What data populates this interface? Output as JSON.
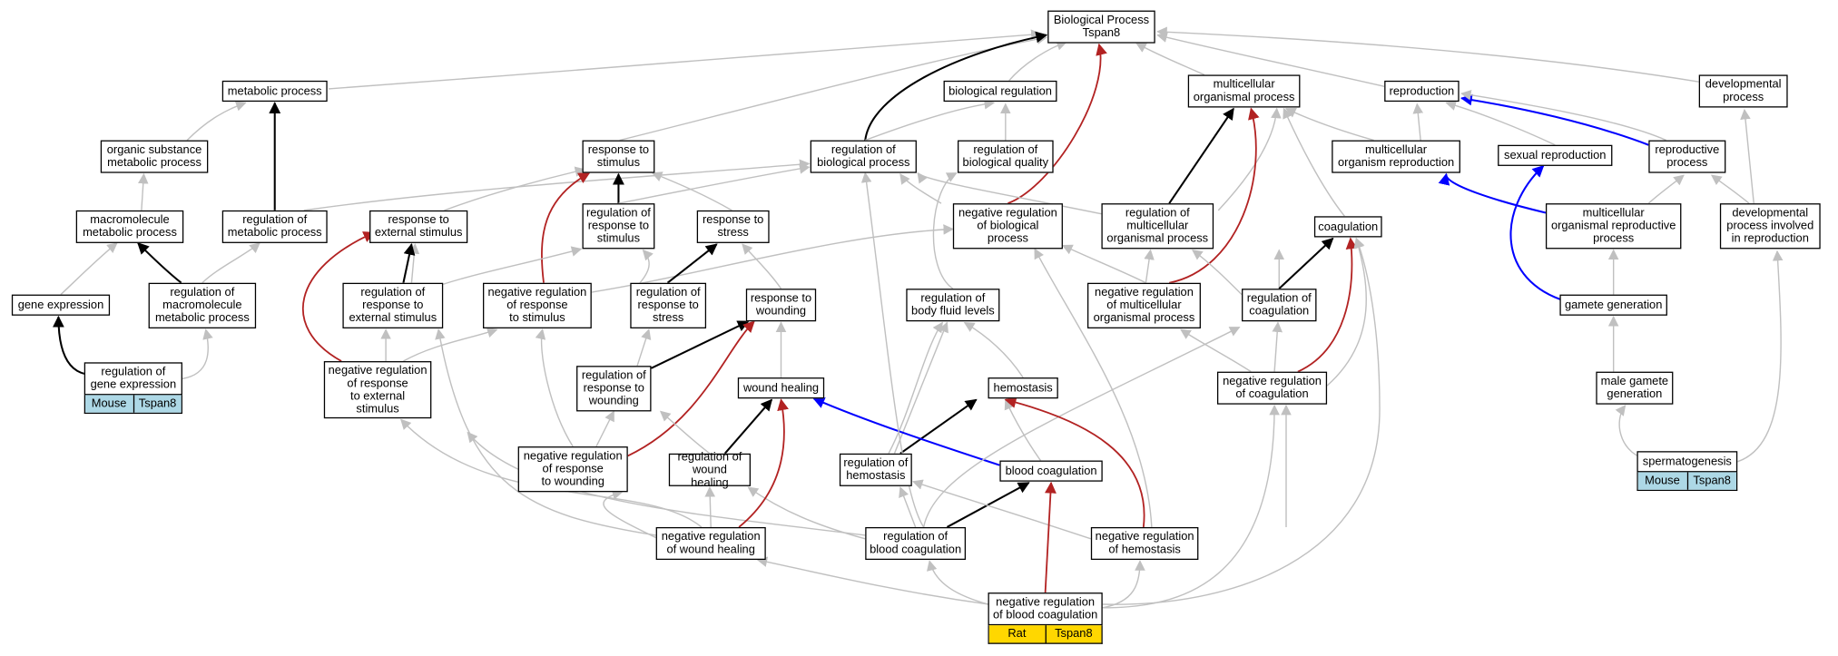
{
  "nodes": {
    "bp": "Biological Process\nTspan8",
    "metabolic": "metabolic process",
    "bioreg": "biological regulation",
    "multicell": "multicellular\norganismal process",
    "reproduction": "reproduction",
    "developmental": "developmental\nprocess",
    "organic": "organic substance\nmetabolic process",
    "resp_stim": "response to\nstimulus",
    "reg_bio": "regulation of\nbiological process",
    "reg_bioqual": "regulation of\nbiological quality",
    "mc_repro": "multicellular\norganism reproduction",
    "sexual": "sexual reproduction",
    "repro_proc": "reproductive\nprocess",
    "macro": "macromolecule\nmetabolic process",
    "reg_metab": "regulation of\nmetabolic process",
    "resp_ext": "response to\nexternal stimulus",
    "reg_resp_stim": "regulation of\nresponse to\nstimulus",
    "resp_stress": "response to\nstress",
    "neg_reg_bio": "negative regulation\nof biological\nprocess",
    "reg_multi": "regulation of\nmulticellular\norganismal process",
    "coag": "coagulation",
    "mc_repro_proc": "multicellular\norganismal reproductive\nprocess",
    "dev_repro": "developmental\nprocess involved\nin reproduction",
    "gene_expr": "gene expression",
    "reg_macro": "regulation of\nmacromolecule\nmetabolic process",
    "reg_resp_ext": "regulation of\nresponse to\nexternal stimulus",
    "neg_reg_resp_stim": "negative regulation\nof response\nto stimulus",
    "reg_resp_stress": "regulation of\nresponse to\nstress",
    "resp_wound": "response to\nwounding",
    "reg_body_fluid": "regulation of\nbody fluid levels",
    "neg_reg_multi": "negative regulation\nof multicellular\norganismal process",
    "reg_coag": "regulation of\ncoagulation",
    "gamete": "gamete generation",
    "reg_gene_expr": "regulation of\ngene expression",
    "neg_reg_resp_ext": "negative regulation\nof response\nto external\nstimulus",
    "reg_resp_wound": "regulation of\nresponse to\nwounding",
    "wound_heal": "wound healing",
    "hemostasis": "hemostasis",
    "neg_reg_coag": "negative regulation\nof coagulation",
    "male_gamete": "male gamete\ngeneration",
    "neg_reg_resp_wound": "negative regulation\nof response\nto wounding",
    "reg_wound_heal": "regulation of\nwound healing",
    "reg_hemo": "regulation of\nhemostasis",
    "blood_coag": "blood coagulation",
    "spermato": "spermatogenesis",
    "neg_reg_wound_heal": "negative regulation\nof wound healing",
    "reg_blood_coag": "regulation of\nblood coagulation",
    "neg_reg_hemo": "negative regulation\nof hemostasis",
    "neg_reg_blood_coag": "negative regulation\nof blood coagulation"
  },
  "tags": {
    "reg_gene_expr": {
      "species": "Mouse",
      "gene": "Tspan8",
      "color": "#add8e6"
    },
    "spermato": {
      "species": "Mouse",
      "gene": "Tspan8",
      "color": "#add8e6"
    },
    "neg_reg_blood_coag": {
      "species": "Rat",
      "gene": "Tspan8",
      "color": "#ffd700"
    }
  },
  "edge_colors": {
    "is_a": "#c0c0c0",
    "regulates": "#000000",
    "negatively_regulates": "#b22222",
    "part_of": "#0000ff"
  }
}
